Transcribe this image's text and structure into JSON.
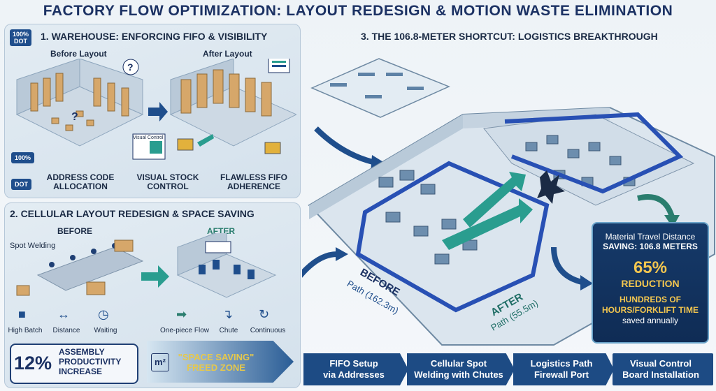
{
  "title": "FACTORY FLOW OPTIMIZATION: LAYOUT REDESIGN & MOTION WASTE ELIMINATION",
  "section1": {
    "heading": "1. WAREHOUSE: ENFORCING FIFO & VISIBILITY",
    "before_label": "Before Layout",
    "after_label": "After Layout",
    "badge_top": "100%\nDOT",
    "truck1": "100%",
    "truck2": "DOT",
    "visual_control_label": "Visual Control",
    "caption1": "ADDRESS CODE\nALLOCATION",
    "caption2": "VISUAL STOCK\nCONTROL",
    "caption3": "FLAWLESS FIFO\nADHERENCE"
  },
  "section2": {
    "heading": "2. CELLULAR LAYOUT REDESIGN & SPACE SAVING",
    "before_label": "BEFORE",
    "after_label": "AFTER",
    "spot_welding": "Spot Welding",
    "before_icons": [
      "High Batch",
      "Distance",
      "Waiting"
    ],
    "after_icons": [
      "One-piece Flow",
      "Chute",
      "Continuous"
    ],
    "stat_value": "12%",
    "stat_text": "ASSEMBLY\nPRODUCTIVITY\nINCREASE",
    "area_unit": "m²",
    "freezone_text": "\"SPACE SAVING\"\nFREED ZONE"
  },
  "section3": {
    "heading": "3. THE 106.8-METER SHORTCUT: LOGISTICS BREAKTHROUGH",
    "before_label": "BEFORE",
    "before_path": "Path (162.3m)",
    "after_label": "AFTER",
    "after_path": "Path (55.5m)",
    "summary_line1": "Material Travel Distance",
    "summary_line2": "SAVING: 106.8 METERS",
    "summary_pct": "65%",
    "summary_reduction": "REDUCTION",
    "summary_hours": "HUNDREDS OF\nHOURS/FORKLIFT TIME",
    "summary_annual": "saved annually"
  },
  "steps": [
    "FIFO Setup\nvia Addresses",
    "Cellular Spot\nWelding with Chutes",
    "Logistics Path\nFirewall Port",
    "Visual Control\nBoard Installation"
  ],
  "colors": {
    "navy": "#1b3163",
    "blue": "#1f4e8c",
    "teal": "#2a9d8f",
    "path_blue": "#2850b4"
  }
}
